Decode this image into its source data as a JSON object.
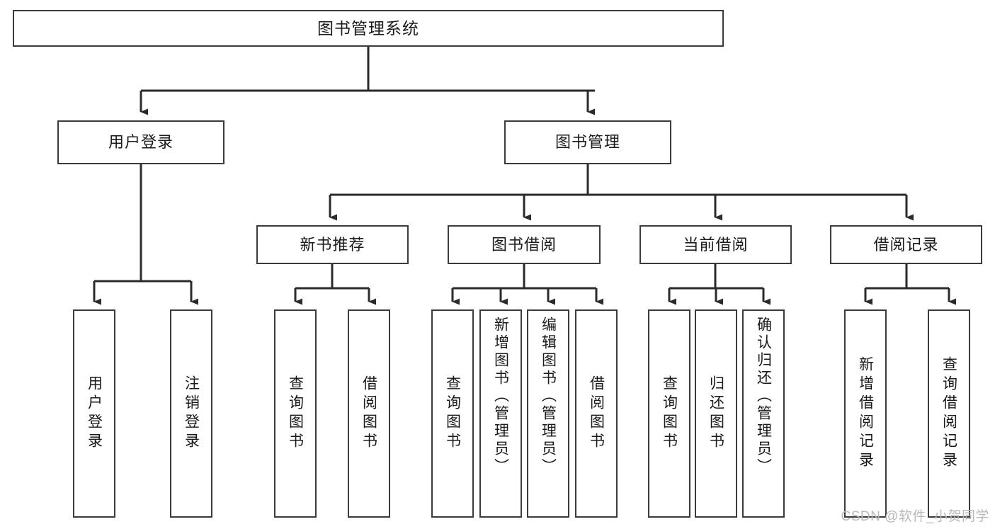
{
  "diagram": {
    "title": "图书管理系统",
    "type": "tree-hierarchy",
    "watermark": "CSDN @软件_小贺同学",
    "colors": {
      "box_border": "#3b3b3b",
      "box_fill": "#ffffff",
      "connector": "#2b2b2b",
      "text": "#1a1a1a",
      "watermark": "#b9b9b9"
    },
    "nodes": {
      "root": {
        "label": "图书管理系统"
      },
      "level1": [
        {
          "id": "user-login",
          "label": "用户登录"
        },
        {
          "id": "book-management",
          "label": "图书管理"
        }
      ],
      "level2": [
        {
          "id": "new-book-recommend",
          "label": "新书推荐"
        },
        {
          "id": "book-borrow",
          "label": "图书借阅"
        },
        {
          "id": "current-borrow",
          "label": "当前借阅"
        },
        {
          "id": "borrow-record",
          "label": "借阅记录"
        }
      ],
      "leaves": {
        "user_login": [
          {
            "id": "leaf-user-login",
            "label": "用户登录"
          },
          {
            "id": "leaf-logout",
            "label": "注销登录"
          }
        ],
        "new_book_recommend": [
          {
            "id": "leaf-query-book-1",
            "label": "查询图书"
          },
          {
            "id": "leaf-borrow-book-1",
            "label": "借阅图书"
          }
        ],
        "book_borrow": [
          {
            "id": "leaf-query-book-2",
            "label": "查询图书"
          },
          {
            "id": "leaf-add-book",
            "label": "新增图书（管理员）"
          },
          {
            "id": "leaf-edit-book",
            "label": "编辑图书（管理员）"
          },
          {
            "id": "leaf-borrow-book-2",
            "label": "借阅图书"
          }
        ],
        "current_borrow": [
          {
            "id": "leaf-query-book-3",
            "label": "查询图书"
          },
          {
            "id": "leaf-return-book",
            "label": "归还图书"
          },
          {
            "id": "leaf-confirm-return",
            "label": "确认归还（管理员）"
          }
        ],
        "borrow_record": [
          {
            "id": "leaf-add-record",
            "label": "新增借阅记录"
          },
          {
            "id": "leaf-query-record",
            "label": "查询借阅记录"
          }
        ]
      }
    }
  }
}
